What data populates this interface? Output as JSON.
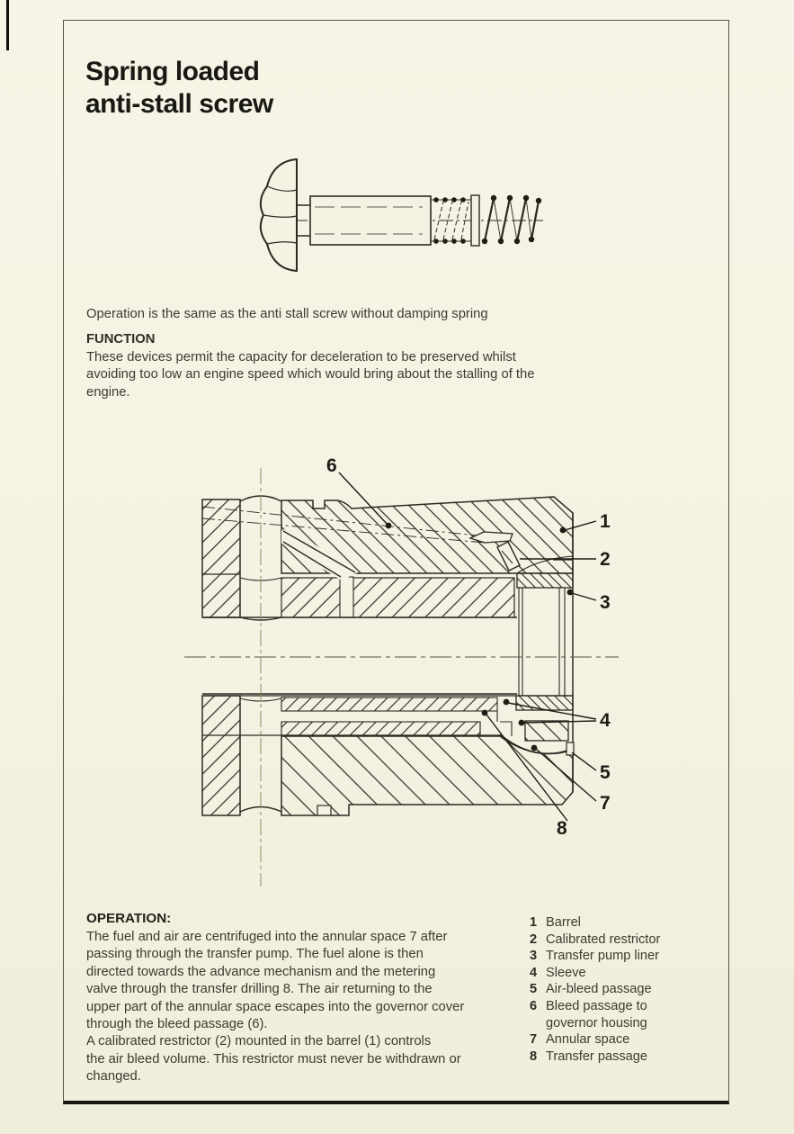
{
  "page": {
    "title_line1": "Spring loaded",
    "title_line2": "anti-stall screw",
    "intro": "Operation is the same as the anti stall screw without damping spring",
    "function_heading": "FUNCTION",
    "function_body": "These devices permit the capacity for deceleration to be preserved whilst\navoiding too low an engine speed which would bring about the stalling of the\nengine.",
    "operation_heading": "OPERATION:",
    "operation_body": "The fuel and air are centrifuged into the annular space 7 after\npassing through the transfer pump. The fuel alone is then\ndirected towards the advance mechanism and the metering\nvalve through the transfer drilling 8. The air returning to the\nupper part of the annular space escapes into the governor cover\nthrough the bleed passage (6).\nA calibrated restrictor (2) mounted in the barrel (1) controls\nthe air bleed volume. This restrictor must never be withdrawn or\nchanged."
  },
  "legend": {
    "items": [
      {
        "num": "1",
        "label": "Barrel"
      },
      {
        "num": "2",
        "label": "Calibrated restrictor"
      },
      {
        "num": "3",
        "label": "Transfer pump liner"
      },
      {
        "num": "4",
        "label": "Sleeve"
      },
      {
        "num": "5",
        "label": "Air-bleed passage"
      },
      {
        "num": "6",
        "label": "Bleed passage to\ngovernor housing"
      },
      {
        "num": "7",
        "label": "Annular space"
      },
      {
        "num": "8",
        "label": "Transfer passage"
      }
    ]
  },
  "diagram": {
    "callouts": {
      "c1": "1",
      "c2": "2",
      "c3": "3",
      "c4": "4",
      "c5": "5",
      "c6": "6",
      "c7": "7",
      "c8": "8"
    }
  },
  "colors": {
    "paper": "#f5f2e3",
    "ink": "#2a2a22",
    "text": "#3c3b2f",
    "centerline": "#8e8c5e"
  }
}
